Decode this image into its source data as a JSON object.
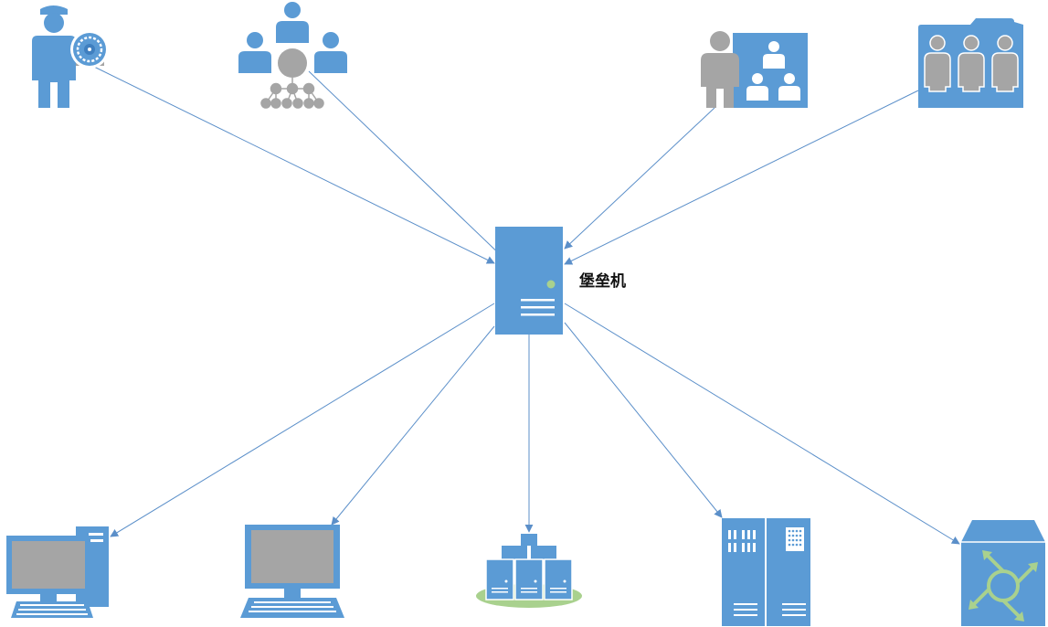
{
  "hub": {
    "label": "堡垒机",
    "icon": "server-tower-icon"
  },
  "colors": {
    "primary": "#5B9BD5",
    "primary_dark": "#3F7FBF",
    "gray": "#A5A5A5",
    "green": "#A9D18E",
    "line": "#5B8FC9",
    "white": "#FFFFFF"
  },
  "sources": [
    {
      "id": "security-admin",
      "icon": "security-guard-lock-icon"
    },
    {
      "id": "org-group",
      "icon": "org-hierarchy-people-icon"
    },
    {
      "id": "presenter",
      "icon": "presenter-board-icon"
    },
    {
      "id": "user-group",
      "icon": "user-group-folder-icon"
    }
  ],
  "targets": [
    {
      "id": "desktop-pc",
      "icon": "desktop-computer-icon"
    },
    {
      "id": "monitor-pc",
      "icon": "monitor-keyboard-icon"
    },
    {
      "id": "server-cluster",
      "icon": "server-cluster-icon"
    },
    {
      "id": "storage-rack",
      "icon": "rack-cabinet-icon"
    },
    {
      "id": "network-switch",
      "icon": "network-switch-icon"
    }
  ]
}
